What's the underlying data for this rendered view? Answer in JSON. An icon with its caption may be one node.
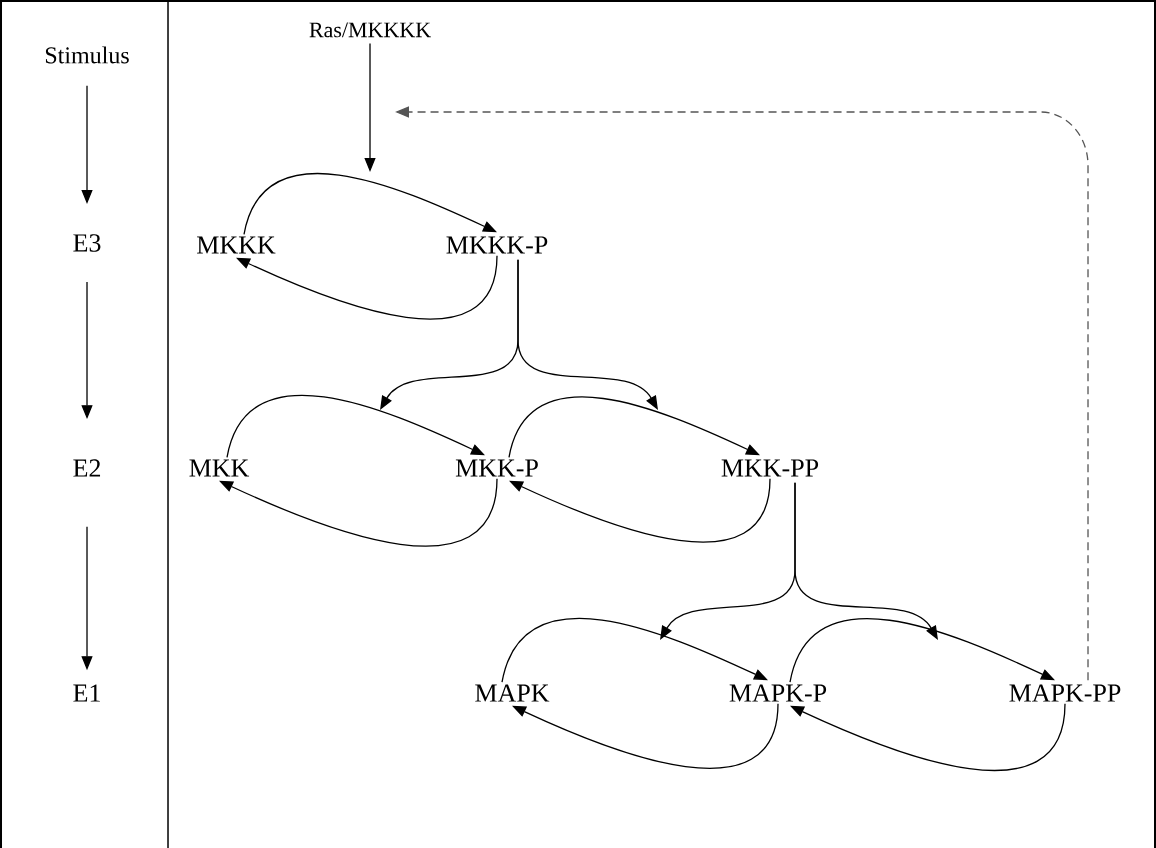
{
  "diagram": {
    "nodes": [
      {
        "text": [
          "Stimulus"
        ]
      },
      {
        "text": [
          "E3"
        ]
      },
      {
        "text": [
          "E2"
        ]
      },
      {
        "text": [
          "E1"
        ]
      },
      {
        "text": [
          "Ras/MKKKK"
        ]
      },
      {
        "text": [
          "MKKK"
        ]
      },
      {
        "text": [
          "MKKK-P"
        ]
      },
      {
        "text": [
          "MKK"
        ]
      },
      {
        "text": [
          "MKK-P"
        ]
      },
      {
        "text": [
          "MKK-PP"
        ]
      },
      {
        "text": [
          "MAPK"
        ]
      },
      {
        "text": [
          "MAPK-P"
        ]
      },
      {
        "text": [
          "MAPK-PP"
        ]
      }
    ],
    "edges": [
      {
        "from": 0,
        "to": 1,
        "arrow": "to"
      },
      {
        "from": 1,
        "to": 2,
        "arrow": "to"
      },
      {
        "from": 2,
        "to": 3,
        "arrow": "to"
      },
      {
        "from": 4,
        "to": null,
        "arrow": "to"
      },
      {
        "from": 5,
        "to": 6,
        "arrow": "to"
      },
      {
        "from": 6,
        "to": 5,
        "arrow": "to"
      },
      {
        "from": 6,
        "to": null,
        "arrow": "to"
      },
      {
        "from": 6,
        "to": null,
        "arrow": "to"
      },
      {
        "from": 7,
        "to": 8,
        "arrow": "to"
      },
      {
        "from": 8,
        "to": 7,
        "arrow": "to"
      },
      {
        "from": 8,
        "to": 9,
        "arrow": "to"
      },
      {
        "from": 9,
        "to": 8,
        "arrow": "to"
      },
      {
        "from": 9,
        "to": null,
        "arrow": "to"
      },
      {
        "from": 9,
        "to": null,
        "arrow": "to"
      },
      {
        "from": 10,
        "to": 11,
        "arrow": "to"
      },
      {
        "from": 11,
        "to": 10,
        "arrow": "to"
      },
      {
        "from": 11,
        "to": 12,
        "arrow": "to"
      },
      {
        "from": 12,
        "to": 11,
        "arrow": "to"
      },
      {
        "from": 12,
        "to": null,
        "arrow": "to",
        "style": "dashed",
        "color": "#555555"
      }
    ]
  }
}
